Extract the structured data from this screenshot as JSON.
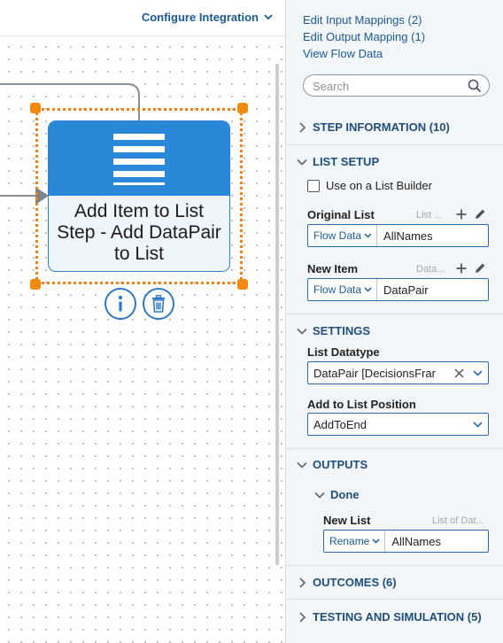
{
  "canvas": {
    "configure_integration": "Configure Integration",
    "step": {
      "label_lines": [
        "Add Item to List",
        "Step - Add DataPair",
        "to List"
      ]
    }
  },
  "panel": {
    "links": [
      "Edit Input Mappings (2)",
      "Edit Output Mapping (1)",
      "View Flow Data"
    ],
    "search": {
      "placeholder": "Search",
      "value": ""
    },
    "sections": {
      "step_information": "STEP INFORMATION (10)",
      "list_setup": "LIST SETUP",
      "settings": "SETTINGS",
      "outputs": "OUTPUTS",
      "outcomes": "OUTCOMES (6)",
      "testing": "TESTING AND SIMULATION (5)"
    },
    "list_setup": {
      "use_on_list_builder": "Use on a List Builder",
      "use_on_list_builder_checked": false,
      "original_list": {
        "label": "Original List",
        "hint": "List ...",
        "source": "Flow Data",
        "value": "AllNames"
      },
      "new_item": {
        "label": "New Item",
        "hint": "Data...",
        "source": "Flow Data",
        "value": "DataPair"
      }
    },
    "settings": {
      "list_datatype": {
        "label": "List Datatype",
        "value": "DataPair  [DecisionsFrar"
      },
      "add_to_list_position": {
        "label": "Add to List Position",
        "value": "AddToEnd"
      }
    },
    "outputs": {
      "done": "Done",
      "new_list": {
        "label": "New List",
        "hint": "List of Dat...",
        "mode": "Rename",
        "value": "AllNames"
      }
    }
  },
  "colors": {
    "accent": "#1a5a96",
    "node_blue": "#2a88d8",
    "selection_orange": "#f0820f"
  },
  "icons": [
    "chevron-down-icon",
    "search-icon",
    "chevron-right-icon",
    "plus-icon",
    "pencil-icon",
    "info-icon",
    "trash-icon",
    "clear-x-icon",
    "list-icon"
  ]
}
